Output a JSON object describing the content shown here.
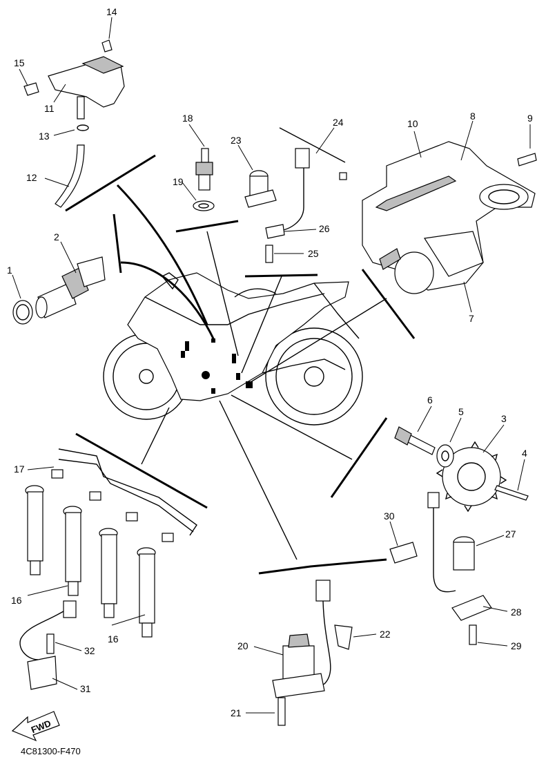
{
  "diagram_code": "4C81300-F470",
  "fwd_label": "FWD",
  "callouts": [
    {
      "id": "1",
      "label": "1"
    },
    {
      "id": "2",
      "label": "2"
    },
    {
      "id": "3",
      "label": "3"
    },
    {
      "id": "4",
      "label": "4"
    },
    {
      "id": "5",
      "label": "5"
    },
    {
      "id": "6",
      "label": "6"
    },
    {
      "id": "7",
      "label": "7"
    },
    {
      "id": "8",
      "label": "8"
    },
    {
      "id": "9",
      "label": "9"
    },
    {
      "id": "10",
      "label": "10"
    },
    {
      "id": "11",
      "label": "11"
    },
    {
      "id": "12",
      "label": "12"
    },
    {
      "id": "13",
      "label": "13"
    },
    {
      "id": "14",
      "label": "14"
    },
    {
      "id": "15",
      "label": "15"
    },
    {
      "id": "16a",
      "label": "16"
    },
    {
      "id": "16b",
      "label": "16"
    },
    {
      "id": "17",
      "label": "17"
    },
    {
      "id": "18",
      "label": "18"
    },
    {
      "id": "19",
      "label": "19"
    },
    {
      "id": "20",
      "label": "20"
    },
    {
      "id": "21",
      "label": "21"
    },
    {
      "id": "22",
      "label": "22"
    },
    {
      "id": "23",
      "label": "23"
    },
    {
      "id": "24",
      "label": "24"
    },
    {
      "id": "25",
      "label": "25"
    },
    {
      "id": "26",
      "label": "26"
    },
    {
      "id": "27",
      "label": "27"
    },
    {
      "id": "28",
      "label": "28"
    },
    {
      "id": "29",
      "label": "29"
    },
    {
      "id": "30",
      "label": "30"
    },
    {
      "id": "31",
      "label": "31"
    },
    {
      "id": "32",
      "label": "32"
    }
  ]
}
